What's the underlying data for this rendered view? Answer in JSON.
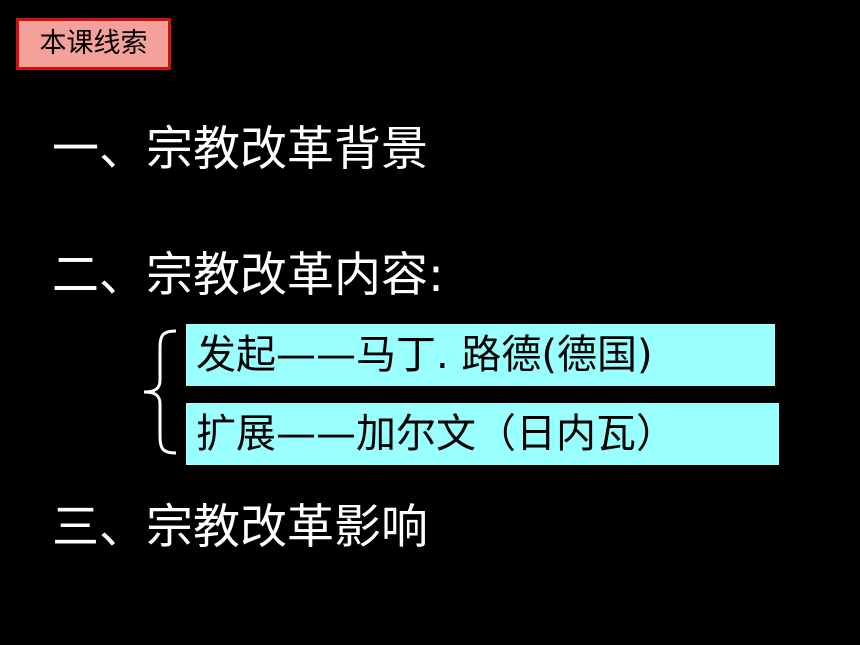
{
  "tag": "本课线索",
  "sections": [
    {
      "text": "一、宗教改革背景"
    },
    {
      "text": "二、宗教改革内容:"
    },
    {
      "text": "三、宗教改革影响"
    }
  ],
  "content": {
    "items": [
      {
        "text": "发起——马丁. 路德(德国)"
      },
      {
        "text": "扩展——加尔文（日内瓦）"
      }
    ]
  },
  "colors": {
    "background": "#000000",
    "tag_fill": "#f4a19c",
    "tag_border": "#cc1111",
    "box_fill": "#99ffff",
    "heading_text": "#ffffff"
  }
}
